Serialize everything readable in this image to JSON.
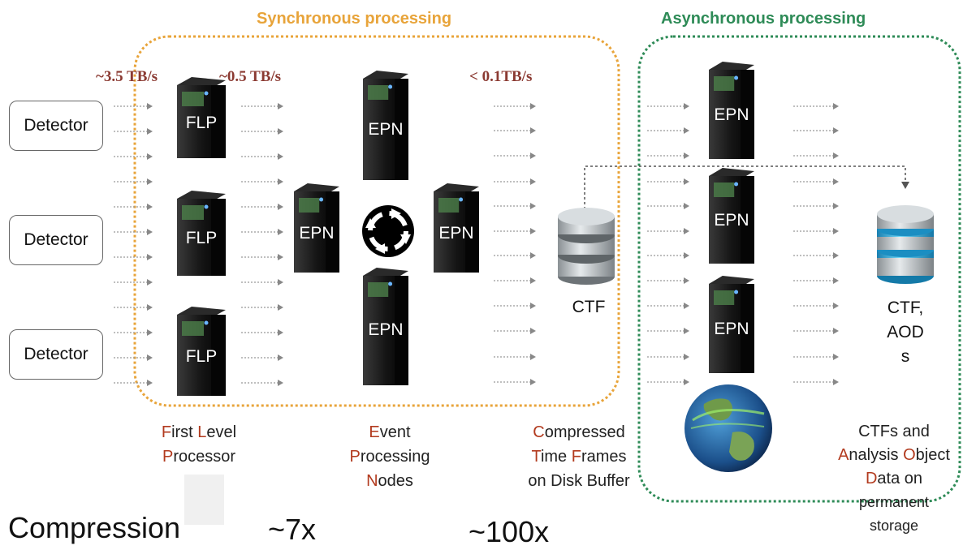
{
  "headers": {
    "sync": "Synchronous processing",
    "async": "Asynchronous processing",
    "sync_color": "#e8a43a",
    "async_color": "#2e8b57"
  },
  "rates": [
    "~3.5 TB/s",
    "~0.5 TB/s",
    "< 0.1TB/s"
  ],
  "detectors": [
    "Detector",
    "Detector",
    "Detector"
  ],
  "servers": {
    "flp": "FLP",
    "epn": "EPN"
  },
  "databases": {
    "ctf": "CTF",
    "final_line1": "CTF,",
    "final_line2": "AOD",
    "final_line3": "s"
  },
  "captions": {
    "flp": [
      {
        "first": "F",
        "rest": "irst "
      },
      {
        "first": "L",
        "rest": "evel"
      },
      {
        "first": "P",
        "rest": "rocessor"
      }
    ],
    "epn": [
      {
        "first": "E",
        "rest": "vent"
      },
      {
        "first": "P",
        "rest": "rocessing"
      },
      {
        "first": "N",
        "rest": "odes"
      }
    ],
    "ctf": {
      "l1_first": "C",
      "l1_rest": "ompressed",
      "l2_a_first": "T",
      "l2_a_rest": "ime ",
      "l2_b_first": "F",
      "l2_b_rest": "rames",
      "l3": "on Disk Buffer"
    },
    "aod": {
      "l1": "CTFs and",
      "l2_a_first": "A",
      "l2_a_rest": "nalysis ",
      "l2_b_first": "O",
      "l2_b_rest": "bject",
      "l3_first": "D",
      "l3_rest": "ata on",
      "l4": "permanent",
      "l5": "storage"
    }
  },
  "compression": {
    "label": "Compression",
    "factor1": "~7x",
    "factor2": "~100x"
  },
  "accent_color": "#b23a1e"
}
